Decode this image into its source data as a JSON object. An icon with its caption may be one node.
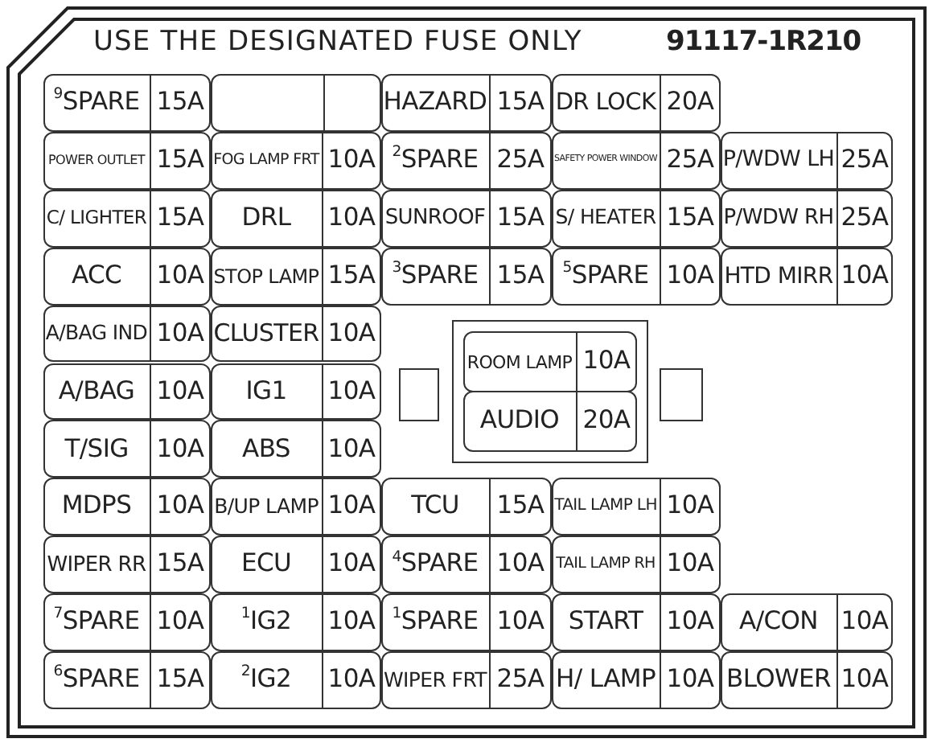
{
  "diagram": {
    "title": "USE THE DESIGNATED FUSE ONLY",
    "nodes": [
      {
        "text": [
          "$^{9}$SPARE",
          "15A"
        ]
      },
      {
        "text": [],
        "shape": "box"
      },
      {
        "text": [
          "HAZARD",
          "15A"
        ]
      },
      {
        "text": [
          "DR LOCK",
          "20A"
        ]
      },
      {
        "text": [
          "POWER OUTLET",
          "15A"
        ]
      },
      {
        "text": [
          "FOG LAMP FRT",
          "10A"
        ]
      },
      {
        "text": [
          "$^{2}$SPARE",
          "25A"
        ]
      },
      {
        "text": [
          "SAFETY POWER WINDOW",
          "25A"
        ]
      },
      {
        "text": [
          "P/WDW LH",
          "25A"
        ]
      },
      {
        "text": [
          "C/ LIGHTER",
          "15A"
        ]
      },
      {
        "text": [
          "DRL",
          "10A"
        ]
      },
      {
        "text": [
          "SUNROOF",
          "15A"
        ]
      },
      {
        "text": [
          "S/ HEATER",
          "15A"
        ]
      },
      {
        "text": [
          "P/WDW RH",
          "25A"
        ]
      },
      {
        "text": [
          "ACC",
          "10A"
        ]
      },
      {
        "text": [
          "STOP LAMP",
          "15A"
        ]
      },
      {
        "text": [
          "$^{3}$SPARE",
          "15A"
        ]
      },
      {
        "text": [
          "$^{5}$SPARE",
          "10A"
        ]
      },
      {
        "text": [
          "HTD MIRR",
          "10A"
        ]
      },
      {
        "text": [
          "A/BAG IND",
          "10A"
        ]
      },
      {
        "text": [
          "CLUSTER",
          "10A"
        ]
      },
      {
        "text": [],
        "shape": "box"
      },
      {
        "text": [],
        "shape": "box"
      },
      {
        "text": [
          "ROOM LAMP",
          "10A"
        ],
        "in": 22
      },
      {
        "text": [
          "AUDIO",
          "20A"
        ],
        "in": 22
      },
      {
        "text": [],
        "shape": "box"
      },
      {
        "text": [
          "A/BAG",
          "10A"
        ]
      },
      {
        "text": [
          "IG1",
          "10A"
        ]
      },
      {
        "text": [
          "T/SIG",
          "10A"
        ]
      },
      {
        "text": [
          "ABS",
          "10A"
        ]
      },
      {
        "text": [
          "MDPS",
          "10A"
        ]
      },
      {
        "text": [
          "B/UP LAMP",
          "10A"
        ]
      },
      {
        "text": [
          "TCU",
          "15A"
        ]
      },
      {
        "text": [
          "TAIL LAMP LH",
          "10A"
        ]
      },
      {
        "text": [
          "WIPER RR",
          "15A"
        ]
      },
      {
        "text": [
          "ECU",
          "10A"
        ]
      },
      {
        "text": [
          "$^{4}$SPARE",
          "10A"
        ]
      },
      {
        "text": [
          "TAIL LAMP RH",
          "10A"
        ]
      },
      {
        "text": [
          "$^{7}$SPARE",
          "10A"
        ]
      },
      {
        "text": [
          "$^{1}$IG2",
          "10A"
        ]
      },
      {
        "text": [
          "$^{1}$SPARE",
          "10A"
        ]
      },
      {
        "text": [
          "START",
          "10A"
        ]
      },
      {
        "text": [
          "A/CON",
          "10A"
        ]
      },
      {
        "text": [
          "$^{6}$SPARE",
          "15A"
        ]
      },
      {
        "text": [
          "$^{2}$IG2",
          "10A"
        ]
      },
      {
        "text": [
          "WIPER FRT",
          "25A"
        ]
      },
      {
        "text": [
          "H/ LAMP",
          "10A"
        ]
      },
      {
        "text": [
          "BLOWER",
          "10A"
        ]
      }
    ],
    "labels": [
      "91117-1R210"
    ]
  }
}
